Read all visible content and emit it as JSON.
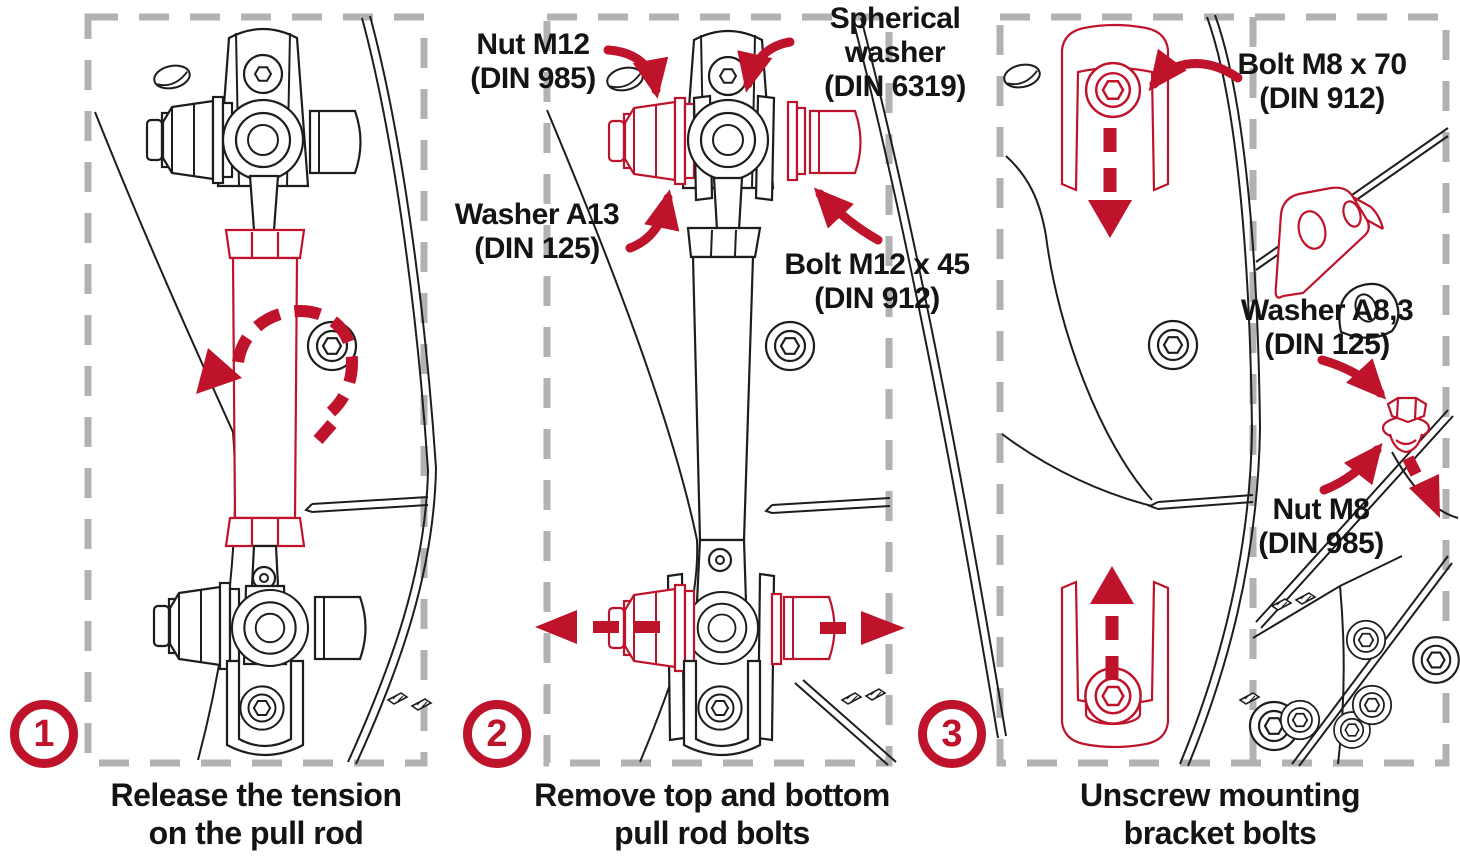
{
  "colors": {
    "accent_red": "#bf132c",
    "line_black": "#1d1d1b",
    "dash_gray": "#b2b2b5",
    "background": "#ffffff"
  },
  "steps": [
    {
      "number": "1",
      "caption_line1": "Release the tension",
      "caption_line2": "on the pull rod"
    },
    {
      "number": "2",
      "caption_line1": "Remove top and bottom",
      "caption_line2": "pull rod bolts"
    },
    {
      "number": "3",
      "caption_line1": "Unscrew mounting",
      "caption_line2": "bracket bolts"
    }
  ],
  "part_labels": {
    "nut_m12": {
      "line1": "Nut M12",
      "line2": "(DIN 985)"
    },
    "spherical_washer": {
      "line1": "Spherical",
      "line2": "washer",
      "line3": "(DIN 6319)"
    },
    "washer_a13": {
      "line1": "Washer A13",
      "line2": "(DIN 125)"
    },
    "bolt_m12x45": {
      "line1": "Bolt M12 x 45",
      "line2": "(DIN 912)"
    },
    "bolt_m8x70": {
      "line1": "Bolt M8 x 70",
      "line2": "(DIN 912)"
    },
    "washer_a83": {
      "line1": "Washer A8,3",
      "line2": "(DIN 125)"
    },
    "nut_m8": {
      "line1": "Nut M8",
      "line2": "(DIN 985)"
    }
  },
  "icons": {
    "rotation_arrow": "red dashed curved arrow (turn pull rod)",
    "pull_out_arrows": "red dashed horizontal arrows (remove bolt)",
    "slide_down_arrow": "red dashed arrow down (remove bracket)",
    "slide_up_arrow": "red dashed arrow up (remove bracket)",
    "drop_arrow": "red dashed arrow toward frame (remove nut)"
  }
}
